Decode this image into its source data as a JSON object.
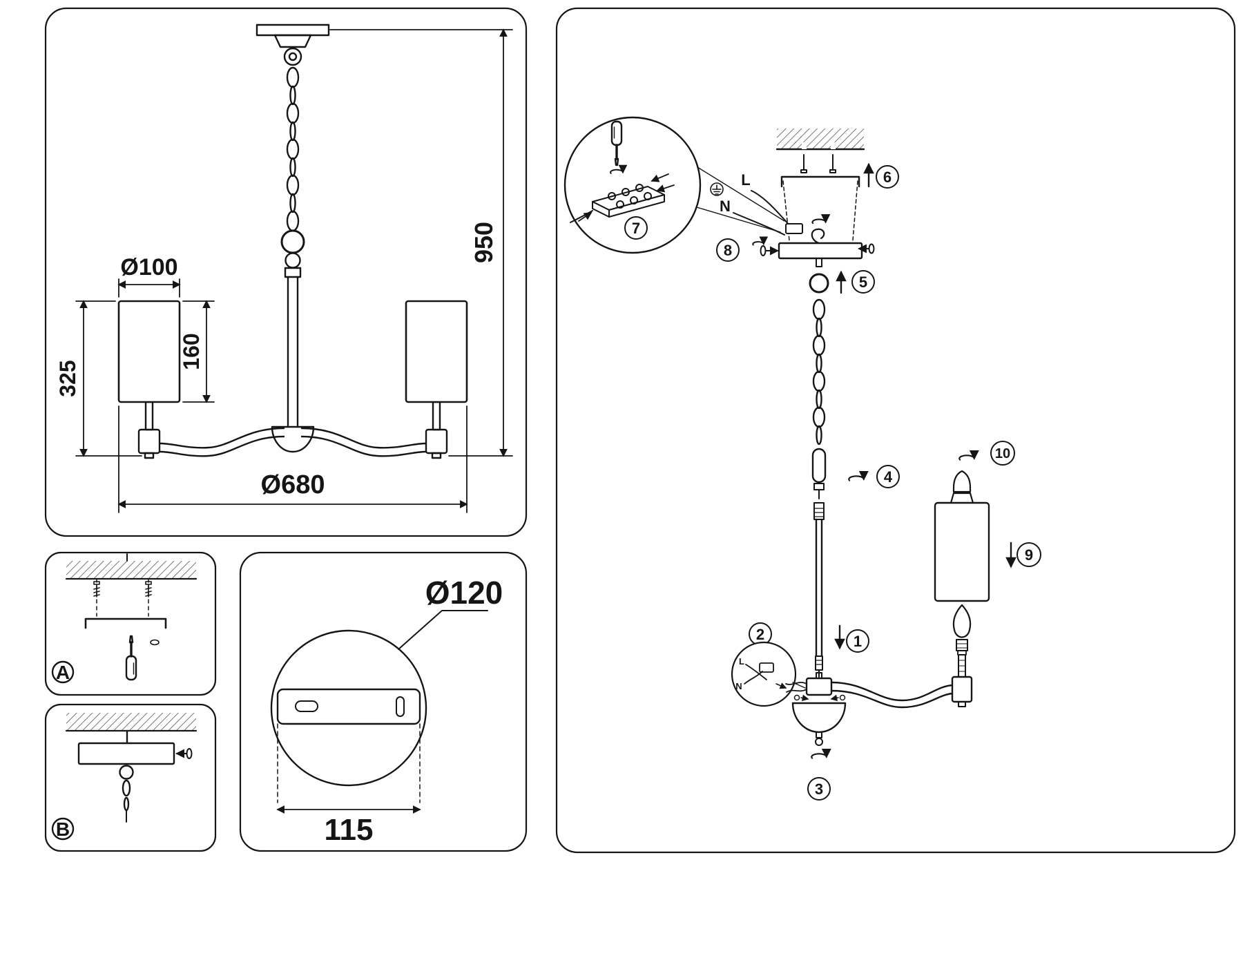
{
  "colors": {
    "background": "#ffffff",
    "ink": "#151515"
  },
  "dimension_view": {
    "shade_diameter": "Ø100",
    "shade_height": "160",
    "body_height": "325",
    "overall_height": "950",
    "overall_diameter": "Ø680"
  },
  "mounting_details": {
    "step_a_label": "A",
    "step_b_label": "B"
  },
  "canopy_detail": {
    "canopy_diameter": "Ø120",
    "hole_spacing": "115"
  },
  "assembly_view": {
    "step_numbers": [
      "1",
      "2",
      "3",
      "4",
      "5",
      "6",
      "7",
      "8",
      "9",
      "10"
    ],
    "wiring": {
      "live": "L",
      "neutral": "N"
    },
    "inset_wiring": {
      "live": "L",
      "neutral": "N"
    }
  }
}
